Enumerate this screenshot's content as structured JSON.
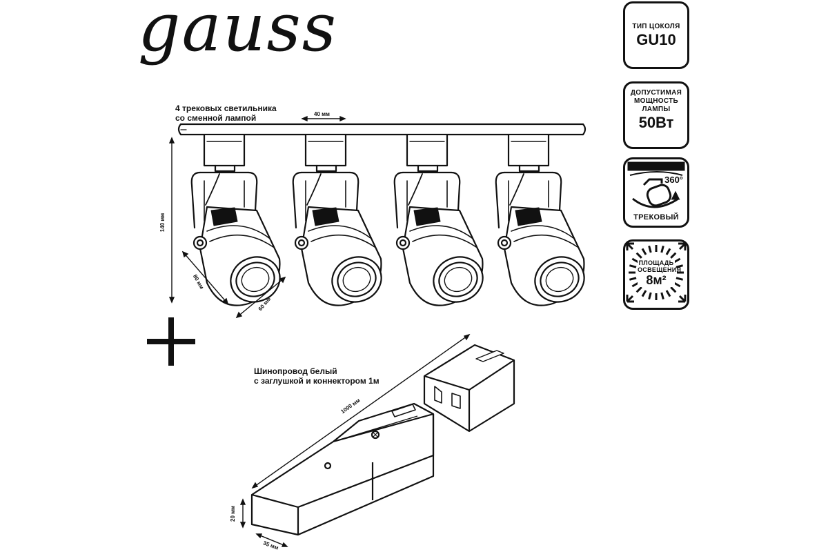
{
  "brand": {
    "logo": "gauss"
  },
  "spotlights": {
    "caption_line1": "4 трековых светильника",
    "caption_line2": "со сменной лампой",
    "dim_width": "40 мм",
    "dim_height": "140 мм",
    "dim_depth": "80 мм",
    "dim_diameter": "60 мм"
  },
  "track": {
    "caption_line1": "Шинопровод белый",
    "caption_line2": "с заглушкой и коннектором 1м",
    "dim_length": "1000 мм",
    "dim_height": "20 мм",
    "dim_width": "35 мм"
  },
  "badges": {
    "socket": {
      "line1": "ТИП ЦОКОЛЯ",
      "value": "GU10"
    },
    "power": {
      "line1": "ДОПУСТИМАЯ",
      "line2": "МОЩНОСТЬ",
      "line3": "ЛАМПЫ",
      "value": "50Вт"
    },
    "type": {
      "rotation": "360°",
      "label": "ТРЕКОВЫЙ",
      "icon": "track-spotlight-rotate-icon"
    },
    "area": {
      "line1": "ПЛОЩАДЬ",
      "line2": "ОСВЕЩЕНИЯ",
      "value": "8м²",
      "icon": "illumination-area-icon"
    }
  },
  "colors": {
    "ink": "#111111",
    "background": "#ffffff"
  }
}
